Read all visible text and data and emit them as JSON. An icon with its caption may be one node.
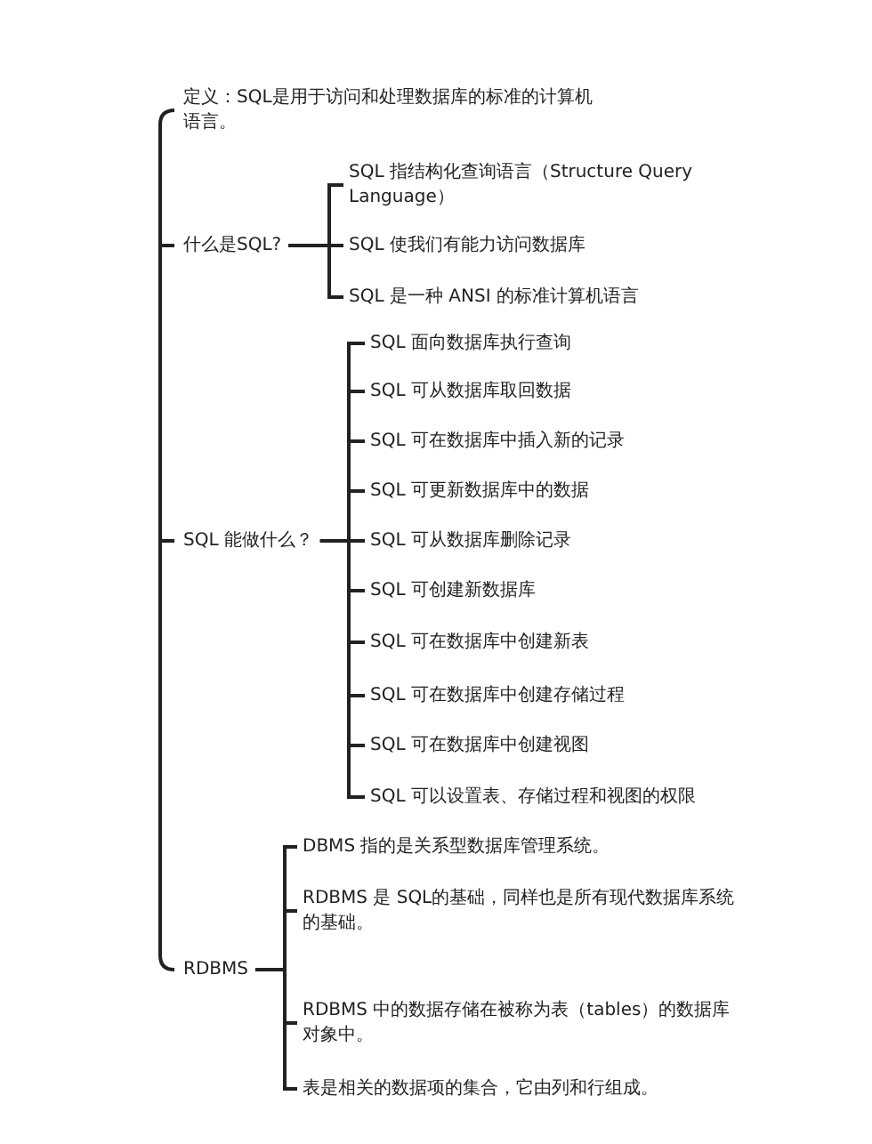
{
  "diagram": {
    "nodes": [
      {
        "text": [
          "定义：SQL是用于访问和处理数据库的标准的计算机语言。"
        ]
      },
      {
        "text": [
          "什么是SQL?"
        ]
      },
      {
        "text": [
          "SQL 指结构化查询语言（Structure Query Language）"
        ]
      },
      {
        "text": [
          "SQL 使我们有能力访问数据库"
        ]
      },
      {
        "text": [
          "SQL 是一种 ANSI 的标准计算机语言"
        ]
      },
      {
        "text": [
          "SQL 能做什么？"
        ]
      },
      {
        "text": [
          "SQL 面向数据库执行查询"
        ]
      },
      {
        "text": [
          "SQL 可从数据库取回数据"
        ]
      },
      {
        "text": [
          "SQL 可在数据库中插入新的记录"
        ]
      },
      {
        "text": [
          "SQL 可更新数据库中的数据"
        ]
      },
      {
        "text": [
          "SQL 可从数据库删除记录"
        ]
      },
      {
        "text": [
          "SQL 可创建新数据库"
        ]
      },
      {
        "text": [
          "SQL 可在数据库中创建新表"
        ]
      },
      {
        "text": [
          "SQL 可在数据库中创建存储过程"
        ]
      },
      {
        "text": [
          "SQL 可在数据库中创建视图"
        ]
      },
      {
        "text": [
          "SQL 可以设置表、存储过程和视图的权限"
        ]
      },
      {
        "text": [
          "RDBMS"
        ]
      },
      {
        "text": [
          "DBMS 指的是关系型数据库管理系统。"
        ]
      },
      {
        "text": [
          "RDBMS 是 SQL的基础，同样也是所有现代数据库系统的基础。"
        ]
      },
      {
        "text": [
          "RDBMS 中的数据存储在被称为表（tables）的数据库对象中。"
        ]
      },
      {
        "text": [
          "表是相关的数据项的集合，它由列和行组成。"
        ]
      }
    ],
    "edges": [
      {
        "from": 1,
        "to": 2,
        "arrow": "none"
      },
      {
        "from": 1,
        "to": 3,
        "arrow": "none"
      },
      {
        "from": 1,
        "to": 4,
        "arrow": "none"
      },
      {
        "from": 5,
        "to": 6,
        "arrow": "none"
      },
      {
        "from": 5,
        "to": 7,
        "arrow": "none"
      },
      {
        "from": 5,
        "to": 8,
        "arrow": "none"
      },
      {
        "from": 5,
        "to": 9,
        "arrow": "none"
      },
      {
        "from": 5,
        "to": 10,
        "arrow": "none"
      },
      {
        "from": 5,
        "to": 11,
        "arrow": "none"
      },
      {
        "from": 5,
        "to": 12,
        "arrow": "none"
      },
      {
        "from": 5,
        "to": 13,
        "arrow": "none"
      },
      {
        "from": 5,
        "to": 14,
        "arrow": "none"
      },
      {
        "from": 5,
        "to": 15,
        "arrow": "none"
      },
      {
        "from": 16,
        "to": 17,
        "arrow": "none"
      },
      {
        "from": 16,
        "to": 18,
        "arrow": "none"
      },
      {
        "from": 16,
        "to": 19,
        "arrow": "none"
      },
      {
        "from": 16,
        "to": 20,
        "arrow": "none"
      }
    ]
  }
}
